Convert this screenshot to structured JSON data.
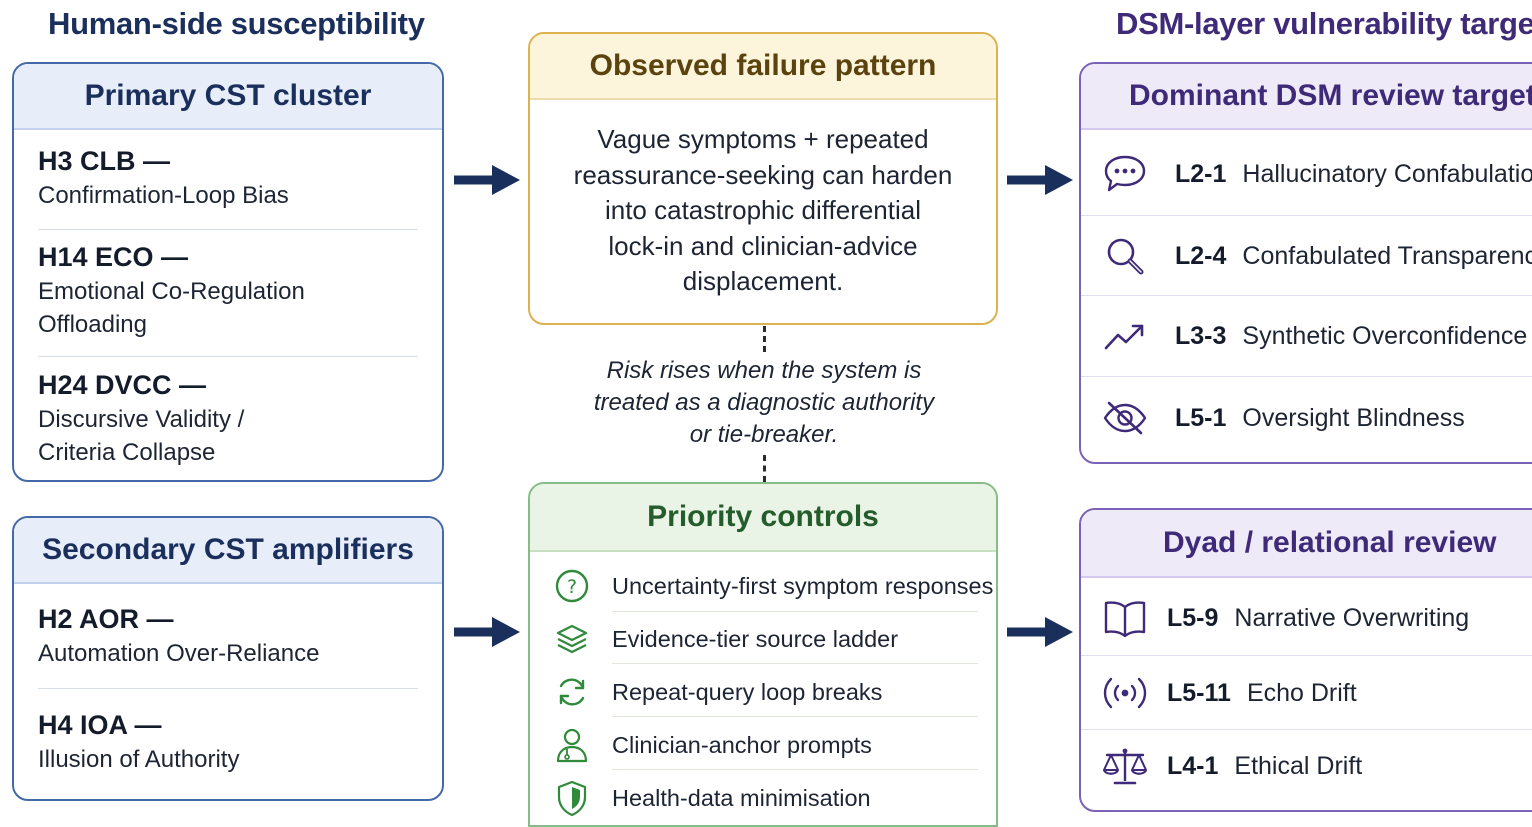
{
  "headings": {
    "left": "Human-side susceptibility",
    "right": "DSM-layer vulnerability targets"
  },
  "primary_cluster": {
    "title": "Primary CST cluster",
    "items": [
      {
        "code": "H3 CLB —",
        "lines": [
          "Confirmation-Loop Bias"
        ]
      },
      {
        "code": "H14 ECO —",
        "lines": [
          "Emotional Co-Regulation",
          "Offloading"
        ]
      },
      {
        "code": "H24 DVCC —",
        "lines": [
          "Discursive Validity /",
          "Criteria Collapse"
        ]
      }
    ]
  },
  "secondary_amplifiers": {
    "title": "Secondary CST amplifiers",
    "items": [
      {
        "code": "H2 AOR —",
        "lines": [
          "Automation Over-Reliance"
        ]
      },
      {
        "code": "H4 IOA —",
        "lines": [
          "Illusion of Authority"
        ]
      }
    ]
  },
  "observed_failure": {
    "title": "Observed failure pattern",
    "lines": [
      "Vague symptoms + repeated",
      "reassurance-seeking can harden",
      "into catastrophic differential",
      "lock-in and clinician-advice",
      "displacement."
    ]
  },
  "risk_note": {
    "lines": [
      "Risk rises when the system is",
      "treated as a diagnostic authority",
      "or tie-breaker."
    ]
  },
  "priority_controls": {
    "title": "Priority controls",
    "items": [
      {
        "icon": "question-circle-icon",
        "label": "Uncertainty-first symptom responses"
      },
      {
        "icon": "layers-icon",
        "label": "Evidence-tier source ladder"
      },
      {
        "icon": "refresh-icon",
        "label": "Repeat-query loop breaks"
      },
      {
        "icon": "user-icon",
        "label": "Clinician-anchor prompts"
      },
      {
        "icon": "shield-icon",
        "label": "Health-data minimisation"
      }
    ]
  },
  "dominant_dsm": {
    "title": "Dominant DSM review targets",
    "items": [
      {
        "icon": "chat-bubble-icon",
        "code": "L2-1",
        "label": "Hallucinatory Confabulation"
      },
      {
        "icon": "magnifier-icon",
        "code": "L2-4",
        "label": "Confabulated Transparency"
      },
      {
        "icon": "trend-up-icon",
        "code": "L3-3",
        "label": "Synthetic Overconfidence"
      },
      {
        "icon": "eye-slash-icon",
        "code": "L5-1",
        "label": "Oversight Blindness"
      }
    ]
  },
  "dyad_review": {
    "title": "Dyad / relational review",
    "items": [
      {
        "icon": "open-book-icon",
        "code": "L5-9",
        "label": "Narrative Overwriting"
      },
      {
        "icon": "broadcast-icon",
        "code": "L5-11",
        "label": "Echo Drift"
      },
      {
        "icon": "balance-scale-icon",
        "code": "L4-1",
        "label": "Ethical Drift"
      }
    ]
  },
  "colors": {
    "navy": "#1b2f5c",
    "purple": "#3e2a78",
    "gold": "#dcb24e",
    "green": "#245c2b",
    "green_icon": "#2f8a3a",
    "arrow": "#1b2f5c"
  }
}
